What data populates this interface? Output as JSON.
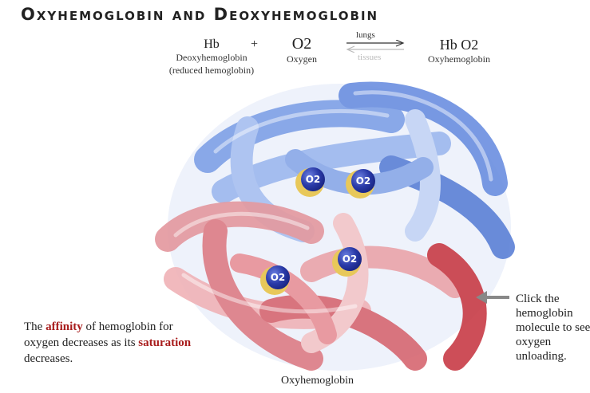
{
  "title": "Oxyhemoglobin and Deoxyhemoglobin",
  "equation": {
    "reactant1": {
      "symbol": "Hb",
      "name": "Deoxyhemoglobin",
      "note": "(reduced hemoglobin)"
    },
    "plus": "+",
    "reactant2": {
      "symbol": "O2",
      "name": "Oxygen"
    },
    "forward_label": "lungs",
    "reverse_label": "tissues",
    "product": {
      "symbol": "Hb O2",
      "name": "Oxyhemoglobin"
    }
  },
  "molecule": {
    "o2_badges": [
      "O2",
      "O2",
      "O2",
      "O2"
    ],
    "colors": {
      "oxy": "#d9545c",
      "deoxy": "#5f86d9",
      "heme": "#e8c85a",
      "oxygen": "#1f2d96"
    }
  },
  "caption_left": {
    "part1": "The ",
    "affinity": "affinity",
    "part2": " of hemoglobin for oxygen decreases as its ",
    "saturation": "saturation",
    "part3": " decreases."
  },
  "caption_right": "Click the hemoglobin molecule to see oxygen unloading.",
  "bottom_label": "Oxyhemoglobin"
}
